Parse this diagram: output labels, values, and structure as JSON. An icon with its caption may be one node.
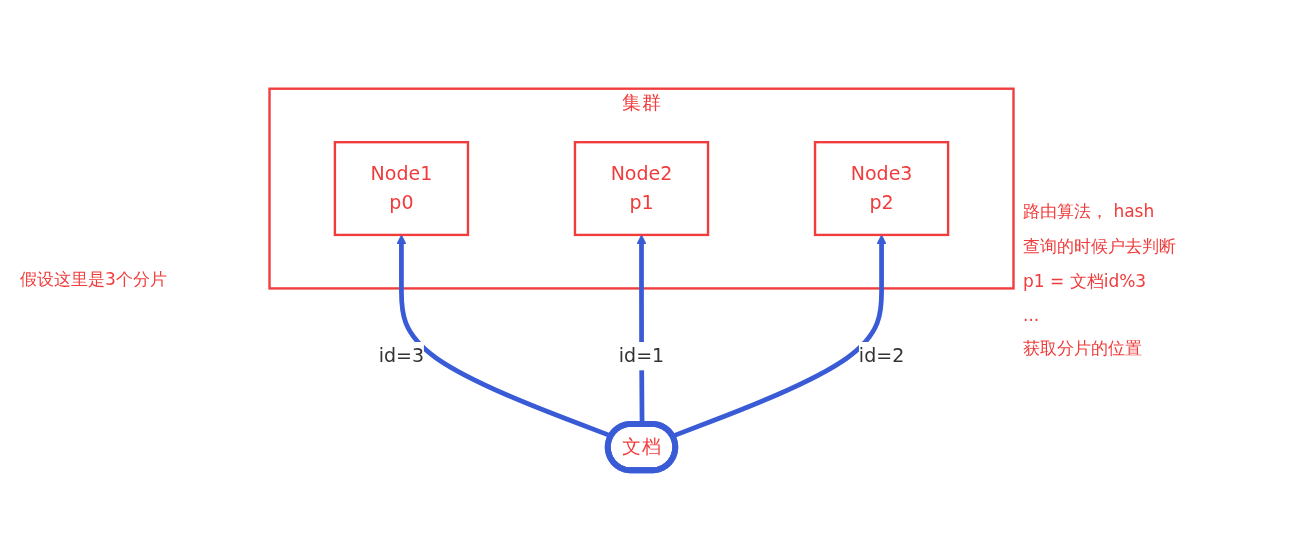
{
  "diagram": {
    "nodes": [
      {
        "text": [
          "集群"
        ]
      },
      {
        "text": [
          "Node1",
          "p0"
        ],
        "in": 0
      },
      {
        "text": [
          "Node2",
          "p1"
        ],
        "in": 0
      },
      {
        "text": [
          "Node3",
          "p2"
        ],
        "in": 0
      },
      {
        "text": [
          "文档"
        ]
      }
    ],
    "edges": [
      {
        "from": 4,
        "to": 1,
        "arrow": "to",
        "label": "id=3"
      },
      {
        "from": 4,
        "to": 2,
        "arrow": "to",
        "label": "id=1"
      },
      {
        "from": 4,
        "to": 3,
        "arrow": "to",
        "label": "id=2"
      }
    ],
    "labels": [
      "假设这里是3个分片",
      "路由算法， hash",
      "查询的时候户去判断",
      "p1 =  文档id%3",
      "...",
      "获取分片的位置"
    ]
  }
}
